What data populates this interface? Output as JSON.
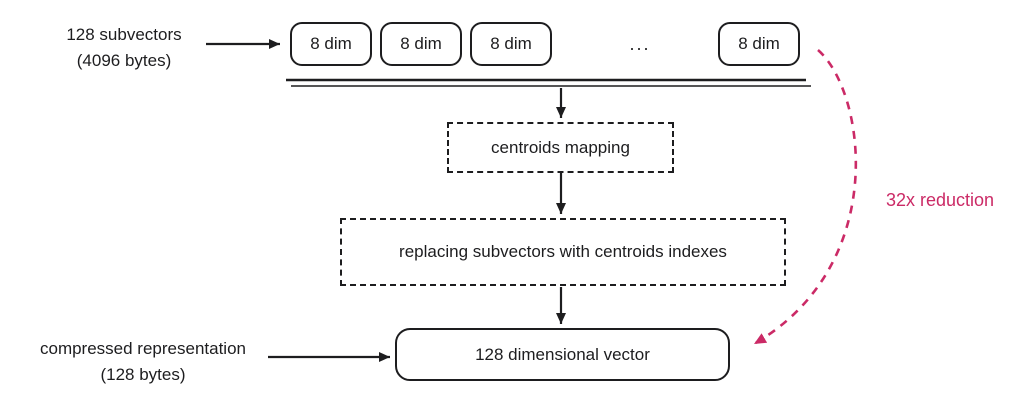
{
  "diagram": {
    "input_label": {
      "line1": "128 subvectors",
      "line2": "(4096 bytes)"
    },
    "subvector_boxes": [
      "8 dim",
      "8 dim",
      "8 dim",
      "8 dim"
    ],
    "ellipsis": "...",
    "steps": [
      {
        "label": "centroids mapping"
      },
      {
        "label": "replacing subvectors with centroids indexes"
      }
    ],
    "output_box_label": "128 dimensional vector",
    "output_label": {
      "line1": "compressed representation",
      "line2": "(128 bytes)"
    },
    "reduction_label": "32x reduction",
    "colors": {
      "stroke": "#1d1d1f",
      "accent": "#cb2a66"
    }
  }
}
